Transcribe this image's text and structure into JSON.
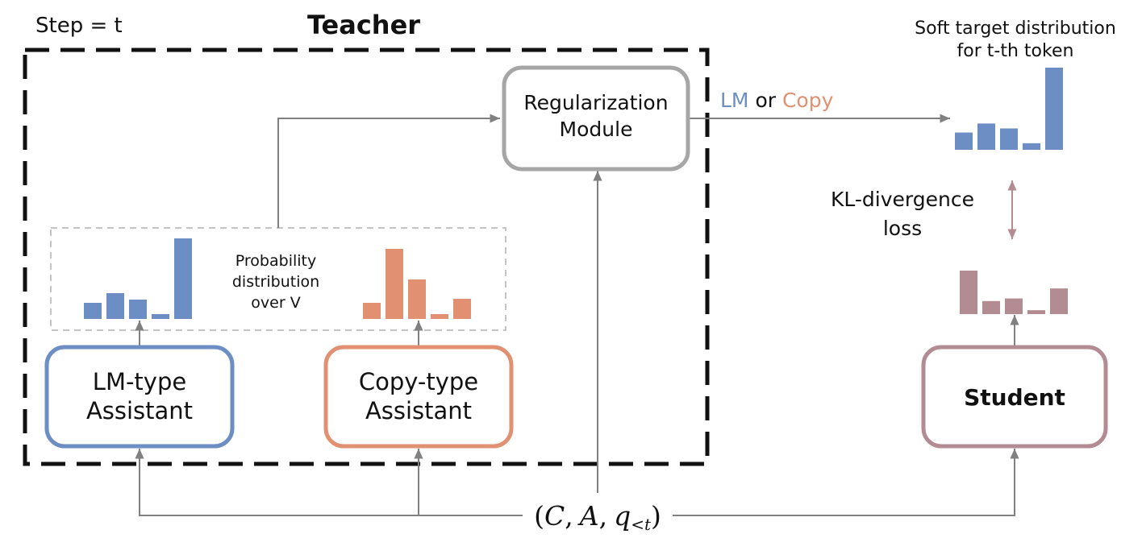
{
  "step_label": "Step = t",
  "teacher_label": "Teacher",
  "regularization": {
    "line1": "Regularization",
    "line2": "Module"
  },
  "lm_assistant": {
    "line1": "LM-type",
    "line2": "Assistant"
  },
  "copy_assistant": {
    "line1": "Copy-type",
    "line2": "Assistant"
  },
  "prob_label": {
    "line1": "Probability",
    "line2": "distribution",
    "line3": "over V"
  },
  "choice": {
    "lm": "LM",
    "or": " or ",
    "copy": "Copy"
  },
  "soft_target": {
    "line1": "Soft target distribution",
    "line2": "for t-th token"
  },
  "kl": {
    "line1": "KL-divergence",
    "line2": "loss"
  },
  "student_label": "Student",
  "input": {
    "open": "(",
    "c": "C",
    "comma1": ",",
    "a": "A",
    "comma2": ",",
    "q": "q",
    "sub": "<t",
    "close": ")"
  },
  "colors": {
    "lm_blue": "#6d8ec4",
    "copy_orange": "#e19172",
    "student_mauve": "#b38c93",
    "gray": "#808080",
    "module_gray": "#a6a6a6"
  },
  "distributions": {
    "lm": [
      0.2,
      0.32,
      0.24,
      0.06,
      1.0
    ],
    "copy": [
      0.2,
      0.87,
      0.49,
      0.06,
      0.25
    ],
    "soft_target": [
      0.21,
      0.32,
      0.26,
      0.08,
      1.0
    ],
    "student": [
      1.0,
      0.3,
      0.36,
      0.09,
      0.59
    ]
  }
}
